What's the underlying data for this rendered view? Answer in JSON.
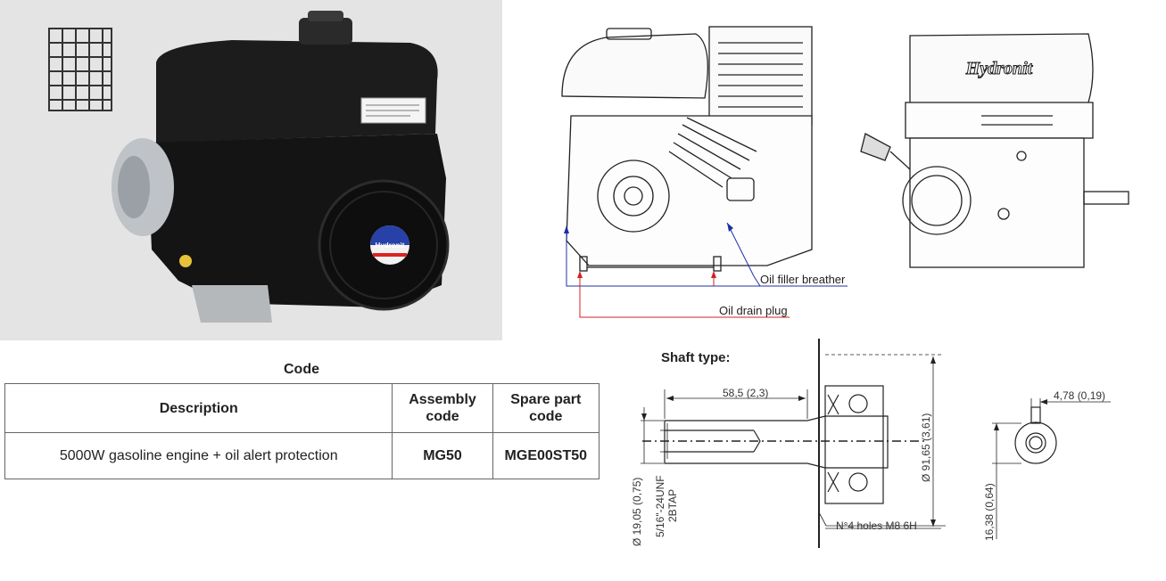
{
  "photo": {
    "brand_badge": "Hydronit"
  },
  "drawing": {
    "brand": "Hydronit",
    "callouts": {
      "oil_filler": "Oil filler breather",
      "oil_drain": "Oil drain plug"
    },
    "colors": {
      "callout_blue": "#1f2fa8",
      "callout_red": "#d42020"
    }
  },
  "code_table": {
    "title": "Code",
    "headers": {
      "description": "Description",
      "assembly_line1": "Assembly",
      "assembly_line2": "code",
      "spare_line1": "Spare part",
      "spare_line2": "code"
    },
    "row": {
      "description": "5000W gasoline engine + oil alert protection",
      "assembly": "MG50",
      "spare": "MGE00ST50"
    }
  },
  "shaft": {
    "title": "Shaft type:",
    "dim_length": "58,5 (2,3)",
    "dim_diameter_shaft": "Ø 19,05 (0,75)",
    "thread_line1": "5/16\"-24UNF",
    "thread_line2": "2BTAP",
    "dim_flange": "Ø 91,65 (3,61)",
    "holes": "N°4 holes M8 6H",
    "key_width": "4,78 (0,19)",
    "key_height": "16,38 (0,64)"
  }
}
